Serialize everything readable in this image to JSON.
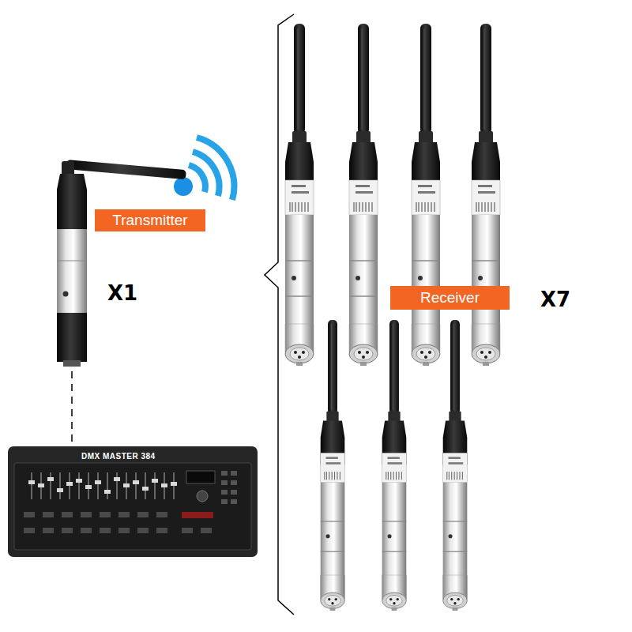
{
  "diagram": {
    "nodes": [
      {
        "text": [
          "Transmitter"
        ]
      },
      {
        "text": [
          "Receiver"
        ]
      }
    ],
    "labels": [
      "X1",
      "X7",
      "DMX MASTER 384"
    ]
  }
}
